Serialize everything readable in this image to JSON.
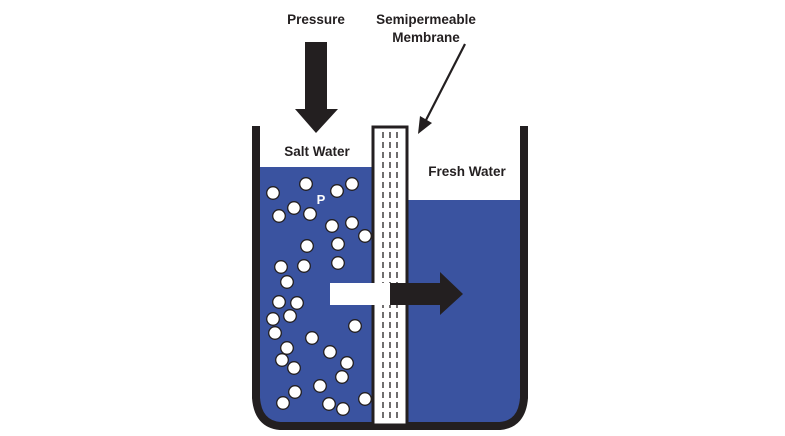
{
  "diagram": {
    "title": "Reverse Osmosis",
    "labels": {
      "pressure": "Pressure",
      "membrane_line1": "Semipermeable",
      "membrane_line2": "Membrane",
      "salt_water": "Salt Water",
      "fresh_water": "Fresh Water",
      "pressure_symbol": "P"
    },
    "colors": {
      "water": "#3a53a0",
      "outline": "#231f20",
      "particle": "#ffffff",
      "background": "#ffffff"
    },
    "salt_particle_count": 35
  }
}
